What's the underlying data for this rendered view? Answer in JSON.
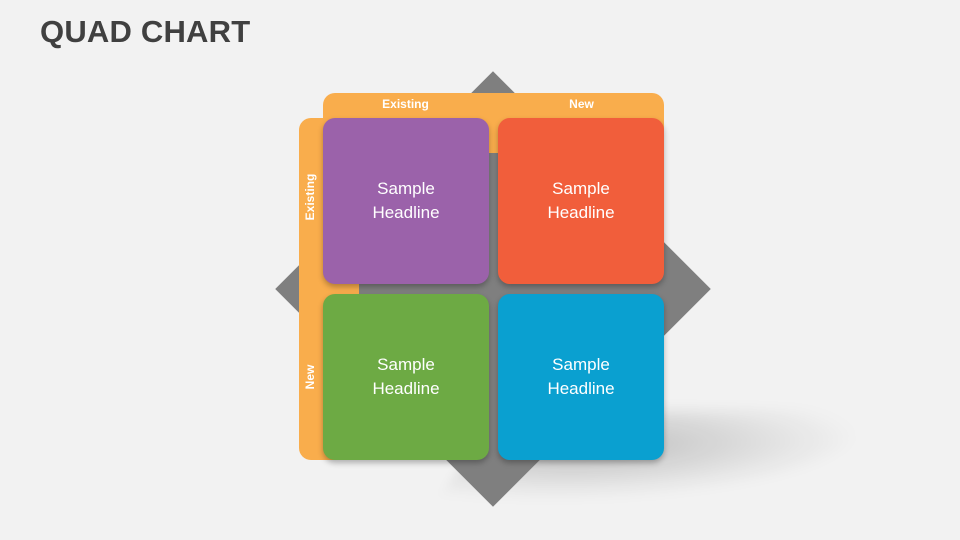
{
  "title": "QUAD CHART",
  "axes": {
    "top": [
      "Existing",
      "New"
    ],
    "left": [
      "Existing",
      "New"
    ]
  },
  "quadrants": [
    {
      "headline": "Sample\nHeadline",
      "color": "#9b62aa"
    },
    {
      "headline": "Sample\nHeadline",
      "color": "#f15e3b"
    },
    {
      "headline": "Sample\nHeadline",
      "color": "#6daa44"
    },
    {
      "headline": "Sample\nHeadline",
      "color": "#0aa0d0"
    }
  ],
  "colors": {
    "band": "#f9ad4c",
    "diamond": "#7f7f7f",
    "background": "#f2f2f2"
  }
}
